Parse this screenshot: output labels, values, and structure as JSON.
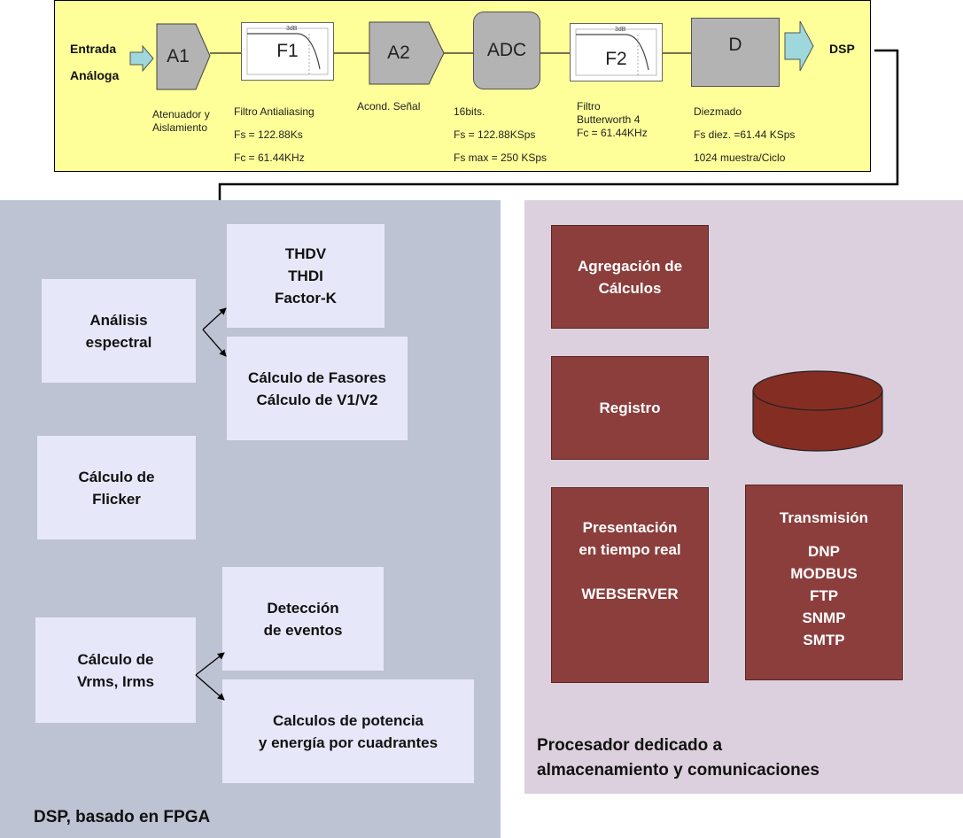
{
  "chain": {
    "input_label_1": "Entrada",
    "input_label_2": "Análoga",
    "output_label": "DSP",
    "blocks": {
      "a1": "A1",
      "f1": "F1",
      "a2": "A2",
      "adc": "ADC",
      "f2": "F2",
      "d": "D"
    },
    "filter_mark": "3dB",
    "descriptions": {
      "a1": [
        "Atenuador y",
        "Aislamiento"
      ],
      "f1": [
        "Filtro Antialiasing",
        "Fs = 122.88Ks",
        "Fc = 61.44KHz"
      ],
      "a2": [
        "Acond. Señal"
      ],
      "adc": [
        "16bits.",
        "Fs = 122.88KSps",
        "Fs max = 250 KSps"
      ],
      "f2": [
        "Filtro",
        "Butterworth 4",
        "Fc = 61.44KHz"
      ],
      "d": [
        "Diezmado",
        "Fs diez.  =61.44 KSps",
        "1024 muestra/Ciclo"
      ]
    }
  },
  "dsp_panel": {
    "title": "DSP, basado en FPGA",
    "analisis": [
      "Análisis",
      "espectral"
    ],
    "thd": [
      "THDV",
      "THDI",
      "Factor-K"
    ],
    "fasores": [
      "Cálculo de Fasores",
      "Cálculo de V1/V2"
    ],
    "flicker": [
      "Cálculo de",
      "Flicker"
    ],
    "vrms": [
      "Cálculo de",
      "Vrms, Irms"
    ],
    "eventos": [
      "Detección",
      "de eventos"
    ],
    "potencia": [
      "Calculos de potencia",
      "y energía por cuadrantes"
    ]
  },
  "proc_panel": {
    "title": [
      "Procesador dedicado a",
      "almacenamiento y comunicaciones"
    ],
    "agregacion": [
      "Agregación de",
      "Cálculos"
    ],
    "registro": "Registro",
    "presentacion": [
      "Presentación",
      "en tiempo real",
      "WEBSERVER"
    ],
    "transmision": "Transmisión",
    "protocols": [
      "DNP",
      "MODBUS",
      "FTP",
      "SNMP",
      "SMTP"
    ]
  },
  "colors": {
    "chain_bg": "#ffff99",
    "dsp_panel_bg": "#bec3d4",
    "proc_panel_bg": "#ddd0de",
    "light_box": "#e6e8f9",
    "red_box": "#8b3e3c",
    "db_cylinder": "#842d23"
  }
}
